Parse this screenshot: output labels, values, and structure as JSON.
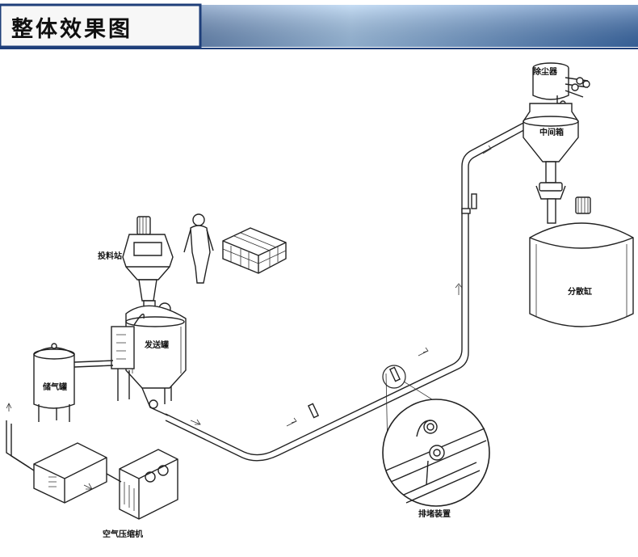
{
  "header": {
    "title": "整体效果图",
    "gradient_start": "#1f3f7a",
    "gradient_mid": "#a8cbef",
    "gradient_end": "#3e6eae"
  },
  "labels": {
    "dust_collector": "除尘器",
    "intermediate_bin": "中间箱",
    "dispersion_tank": "分散缸",
    "feeding_station": "投料站",
    "sending_tank": "发送罐",
    "air_tank": "储气罐",
    "air_compressor": "空气压缩机",
    "blockage_device": "排堵装置"
  }
}
